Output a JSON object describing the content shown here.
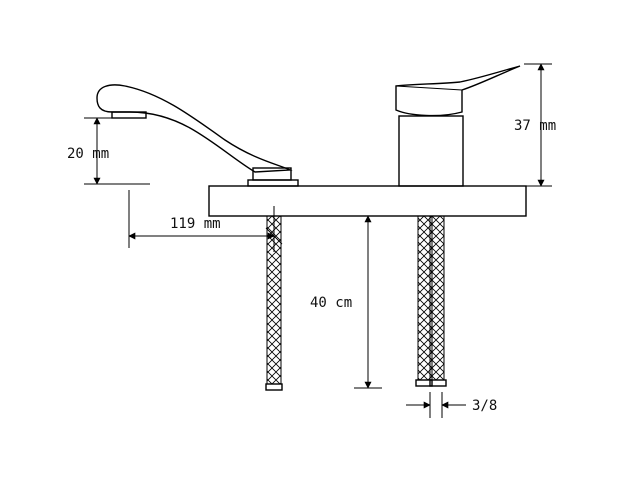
{
  "dimensions": {
    "spout_height": "20 mm",
    "spout_reach": "119 mm",
    "handle_height": "37 mm",
    "hose_length": "40 cm",
    "connector_size": "3/8"
  },
  "colors": {
    "line": "#000000",
    "background": "#ffffff"
  }
}
